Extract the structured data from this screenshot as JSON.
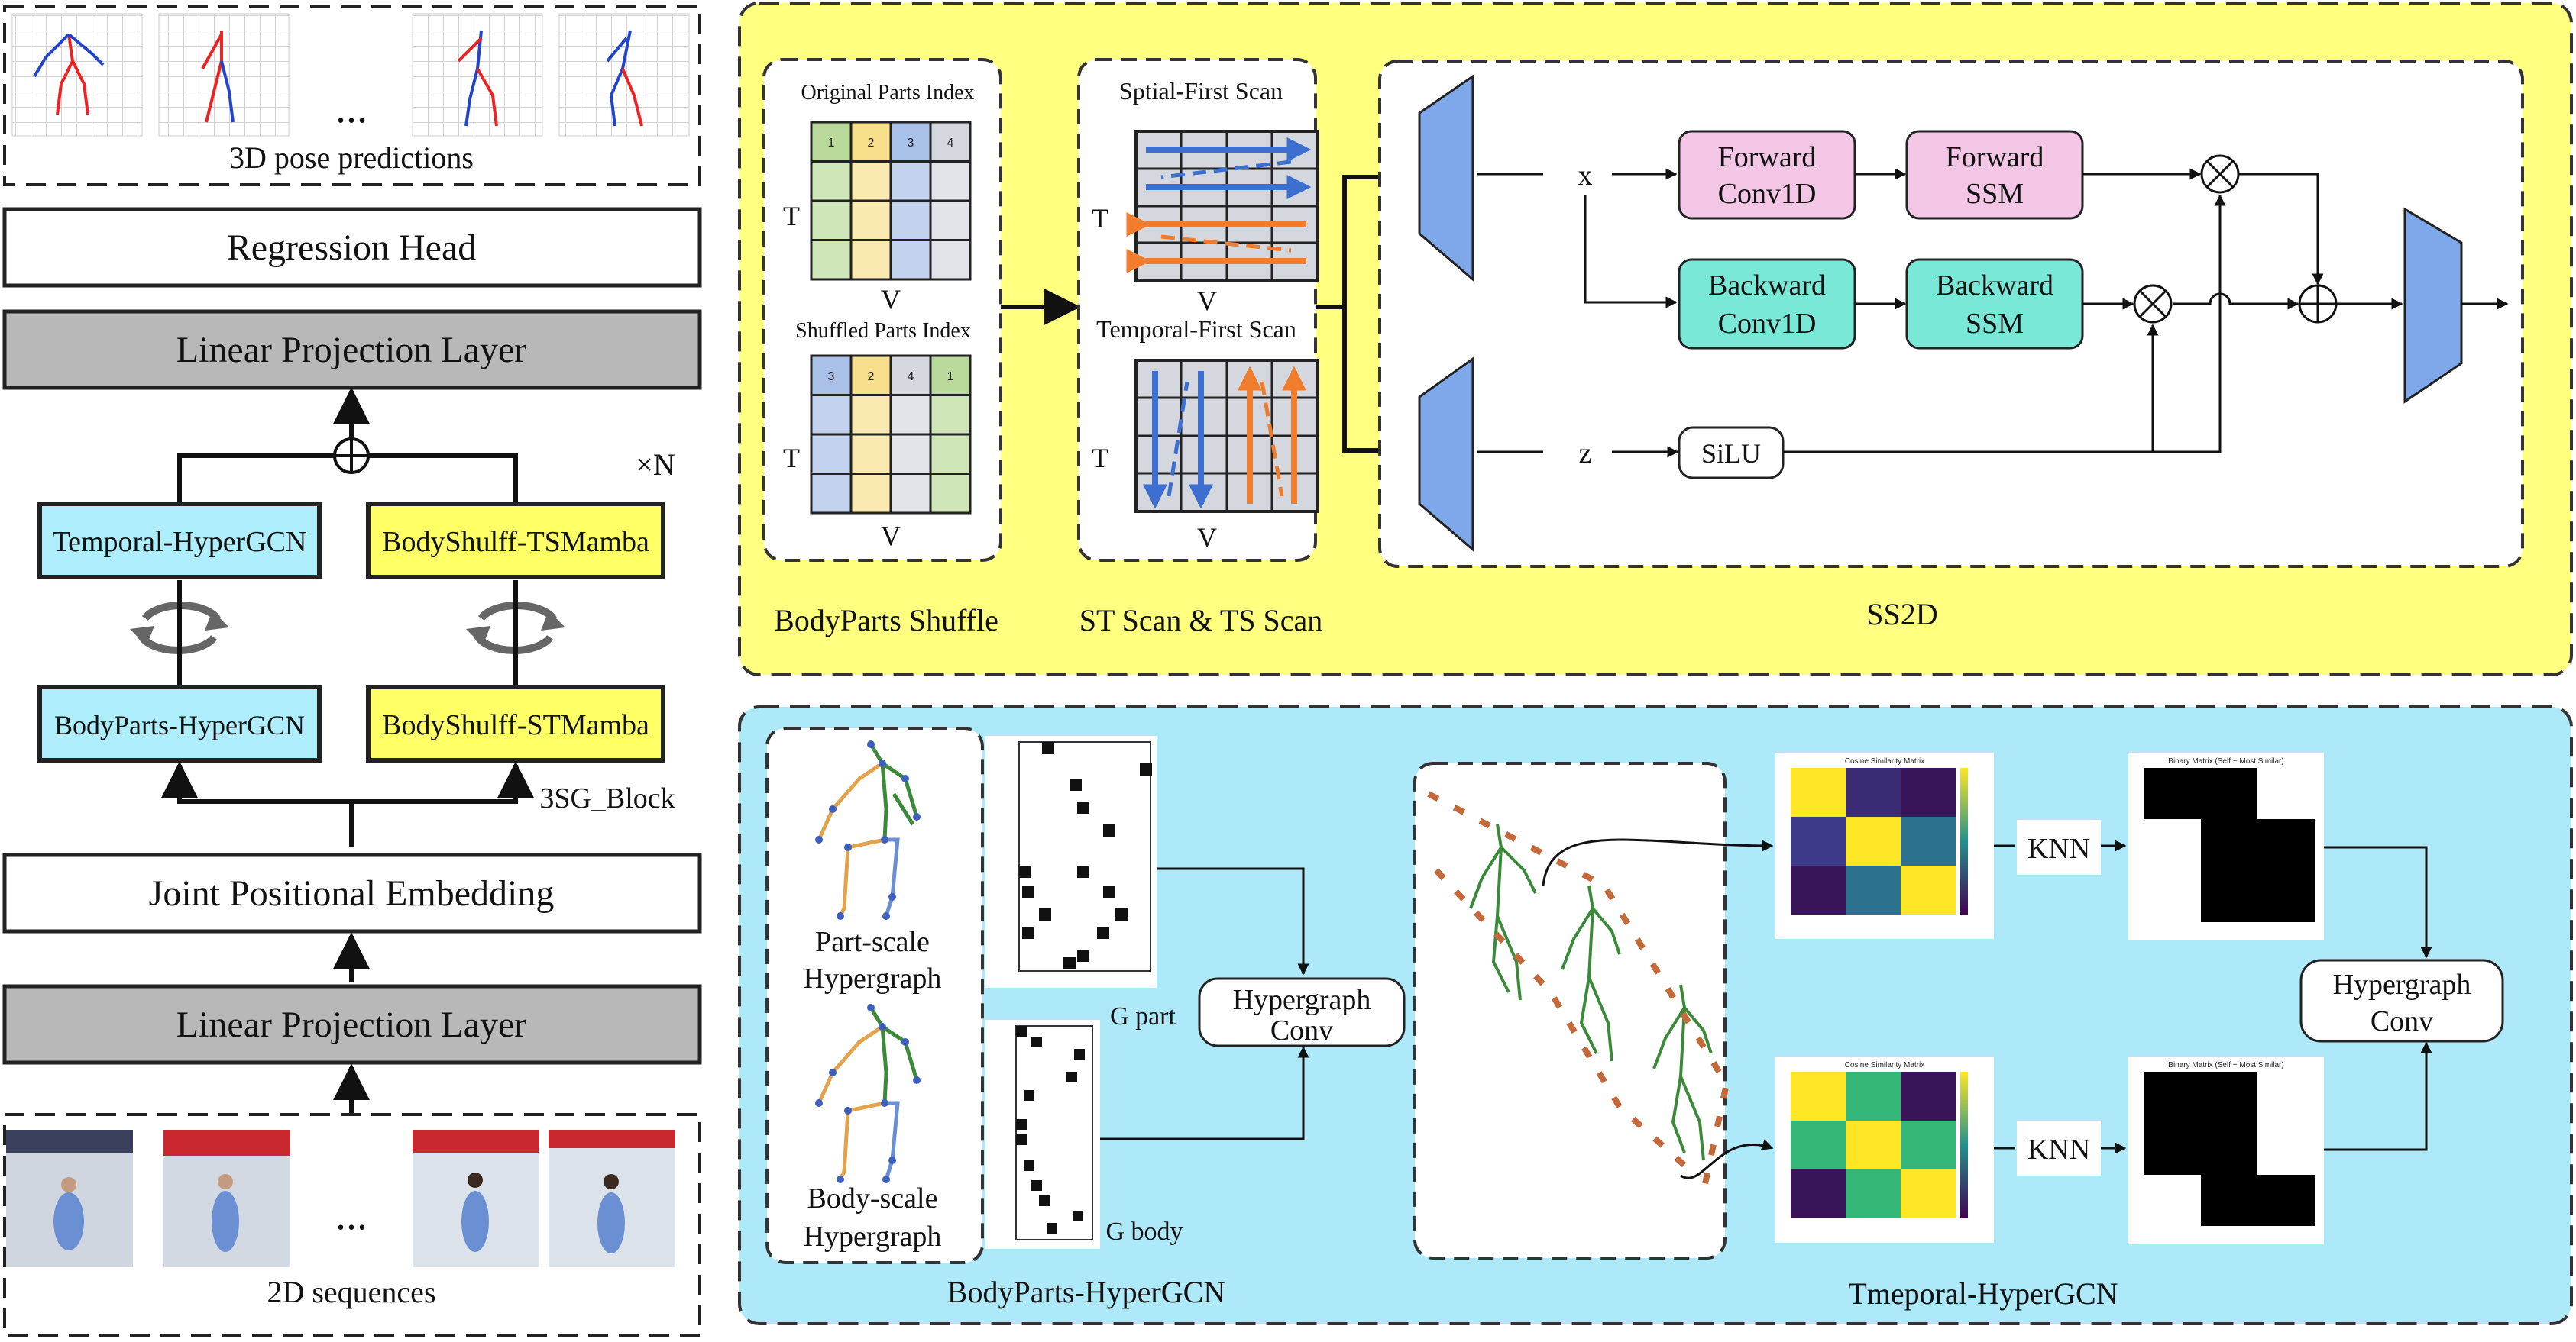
{
  "left": {
    "predictions_caption": "3D pose predictions",
    "regression_head": "Regression Head",
    "linear_projection_top": "Linear Projection Layer",
    "repeat_label": "×N",
    "temporal_hypergcn": "Temporal-HyperGCN",
    "bodyshuffle_ts": "BodyShulff-TSMamba",
    "bodyparts_hypergcn": "BodyParts-HyperGCN",
    "bodyshuffle_st": "BodyShulff-STMamba",
    "block_label": "3SG_Block",
    "joint_embedding": "Joint Positional Embedding",
    "linear_projection_bottom": "Linear Projection Layer",
    "sequences_caption": "2D sequences",
    "ellipsis": "..."
  },
  "top_panel": {
    "original_index_title": "Original Parts Index",
    "shuffled_index_title": "Shuffled Parts Index",
    "original_index_numbers": [
      "1",
      "2",
      "3",
      "4"
    ],
    "shuffled_index_numbers": [
      "3",
      "2",
      "4",
      "1"
    ],
    "axis_t": "T",
    "axis_v": "V",
    "spatial_first": "Sptial-First Scan",
    "temporal_first": "Temporal-First Scan",
    "x_label": "x",
    "z_label": "z",
    "forward_conv": [
      "Forward",
      "Conv1D"
    ],
    "forward_ssm": [
      "Forward",
      "SSM"
    ],
    "backward_conv": [
      "Backward",
      "Conv1D"
    ],
    "backward_ssm": [
      "Backward",
      "SSM"
    ],
    "silu": "SiLU",
    "caption_shuffle": "BodyParts Shuffle",
    "caption_scan": "ST Scan & TS Scan",
    "caption_ss2d": "SS2D"
  },
  "bottom_panel": {
    "part_scale": [
      "Part-scale",
      "Hypergraph"
    ],
    "body_scale": [
      "Body-scale",
      "Hypergraph"
    ],
    "g_part": "G part",
    "g_body": "G body",
    "hypergraph_conv": [
      "Hypergraph",
      "Conv"
    ],
    "knn": "KNN",
    "cos_title": "Cosine Similarity Matrix",
    "bin_title": "Binary Matrix (Self + Most Similar)",
    "caption_bodyparts": "BodyParts-HyperGCN",
    "caption_temporal": "Tmeporal-HyperGCN"
  },
  "colors": {
    "cyan_box": "#aeeefd",
    "yellow_box": "#ffff66",
    "gray_box": "#b8b8b8",
    "yellow_panel": "#ffff80",
    "cyan_panel": "#ade9f9",
    "pink": "#f2c6e4",
    "teal": "#7ae8d6",
    "trapezoid": "#7fa8ea"
  }
}
